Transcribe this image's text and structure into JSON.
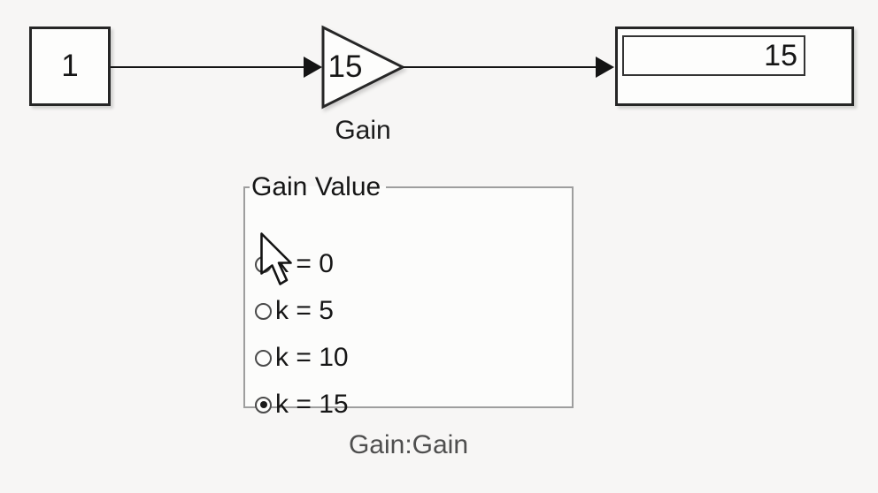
{
  "diagram": {
    "constant": {
      "value": "1"
    },
    "gain": {
      "value": "15",
      "label": "Gain"
    },
    "display": {
      "value": "15"
    }
  },
  "panel": {
    "title": "Gain Value",
    "options": [
      {
        "label": "k = 0",
        "selected": false
      },
      {
        "label": "k = 5",
        "selected": false
      },
      {
        "label": "k = 10",
        "selected": false
      },
      {
        "label": "k = 15",
        "selected": true
      }
    ],
    "caption": "Gain:Gain"
  },
  "colors": {
    "background": "#f7f6f5",
    "block_border": "#262626",
    "block_fill": "#fdfdfc",
    "wire": "#141414",
    "panel_border": "#9e9e9e",
    "caption_text": "#4f4f4f"
  }
}
